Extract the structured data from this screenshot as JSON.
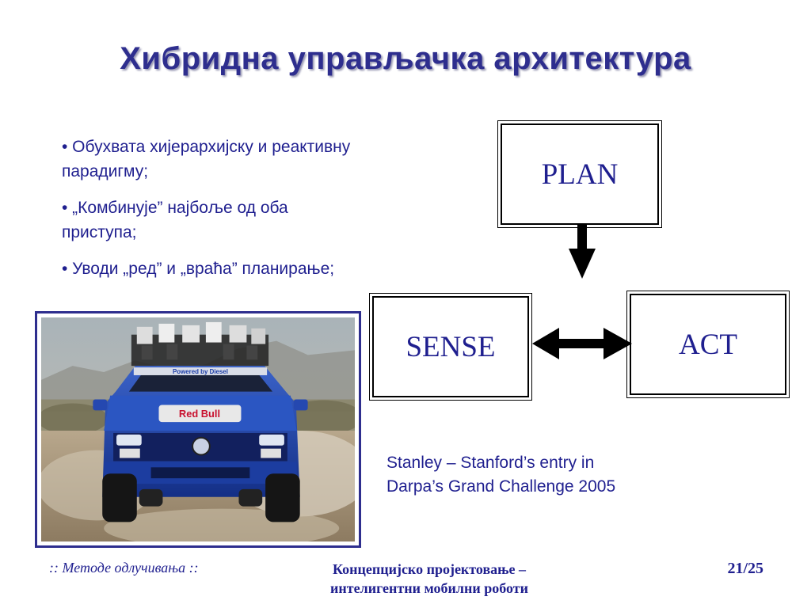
{
  "slide": {
    "title": "Хибридна управљачка архитектура",
    "bullets": [
      "• Обухвата хијерархијску и реактивну парадигму;",
      "• „Комбинује” најбоље од оба приступа;",
      "• Уводи „ред” и „враћа” планирање;"
    ],
    "diagram": {
      "plan_label": "PLAN",
      "sense_label": "SENSE",
      "act_label": "ACT"
    },
    "caption": {
      "line1": "Stanley – Stanford’s entry in",
      "line2": "Darpa’s Grand Challenge 2005"
    },
    "photo": {
      "icon": "robot-car-photo",
      "banner_text": "Powered by Diesel",
      "logo_text": "Red Bull"
    },
    "footer": {
      "left": ":: Методе одлучивања ::",
      "center_line1": "Концепцијско пројектовање –",
      "center_line2": "интелигентни мобилни роботи",
      "page": "21/25"
    },
    "colors": {
      "title": "#2e2e8e",
      "text": "#1f1f8f",
      "frame": "#2e2e8e",
      "car": "#1d3fa8"
    }
  }
}
